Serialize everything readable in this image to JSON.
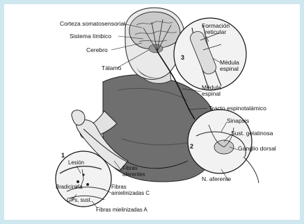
{
  "colors": {
    "border": "#cfe8ef",
    "ink": "#111111",
    "skin": "#e9e9e9",
    "shirt": "#6f6f6f",
    "brain": "#c9c9c9"
  },
  "labels": {
    "corteza": "Corteza somatosensorial",
    "sistema_limbico": "Sistema límbico",
    "cerebro": "Cerebro",
    "talamo": "Tálamo",
    "formacion_1": "Formación",
    "formacion_2": "reticular",
    "medula_top_1": "Médula",
    "medula_top_2": "espinal",
    "medula_mid_1": "Médula",
    "medula_mid_2": "espinal",
    "tracto": "Tracto espinotalámico",
    "sinapsis": "Sinapsis",
    "sust_gelatinosa": "Sust. gelatinosa",
    "ganglio": "Ganglio dorsal",
    "n_aferente": "N. aferente",
    "fibras_aferentes_1": "Fibras",
    "fibras_aferentes_2": "aferentes",
    "lesion": "Lesión",
    "bradicinina": "Bradicinina",
    "gps": "GPs, sust.",
    "amielinizadas_1": "Fibras",
    "amielinizadas_2": "amielinizadas C",
    "mielinizadas": "Fibras mielinizadas A",
    "num_1": "1",
    "num_2": "2",
    "num_3": "3"
  }
}
